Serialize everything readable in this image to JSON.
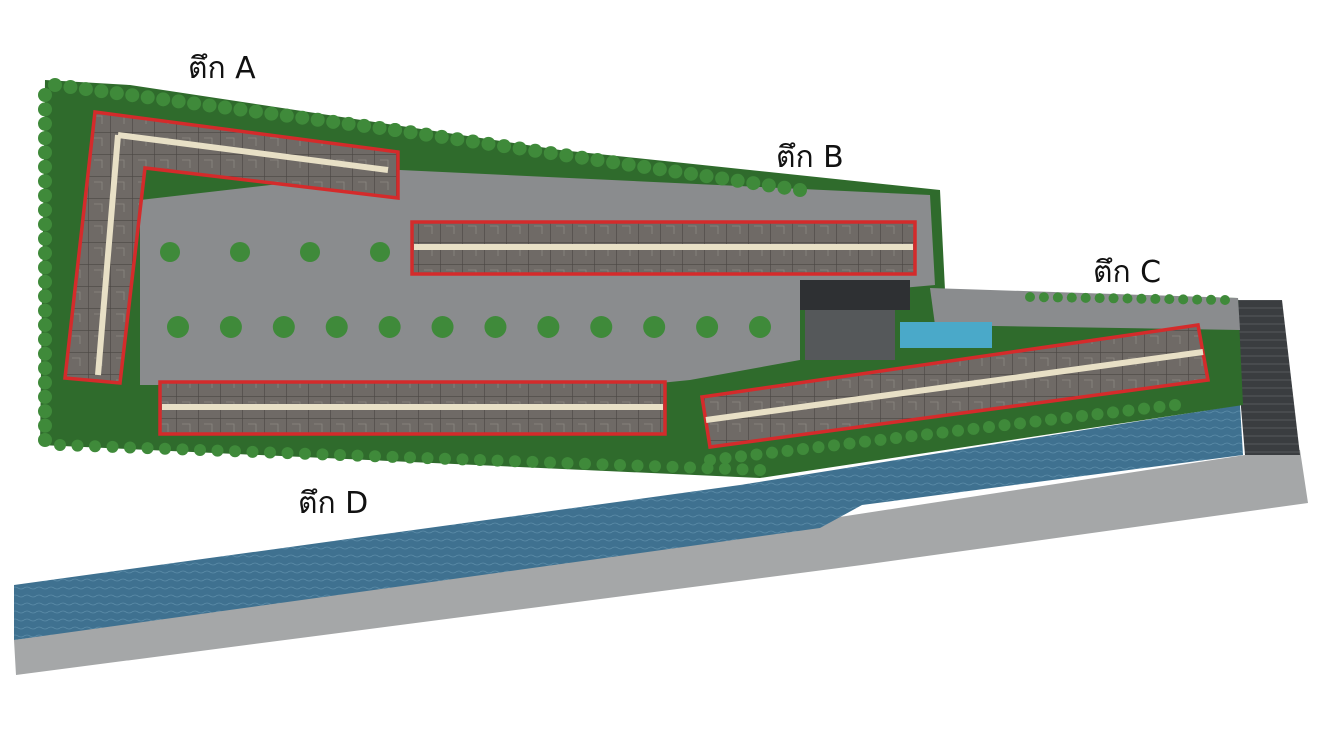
{
  "buildings": [
    {
      "id": "A",
      "label": "ตึก  A"
    },
    {
      "id": "B",
      "label": "ตึก  B"
    },
    {
      "id": "C",
      "label": "ตึก  C"
    },
    {
      "id": "D",
      "label": "ตึก  D"
    }
  ],
  "colors": {
    "background": "#ffffff",
    "outline": "#d42b2b",
    "lawn": "#2f6b2c",
    "tree": "#3f8a3a",
    "parking": "#8a8c8e",
    "corridor": "#e8e0c6",
    "unit": "#6f6a66",
    "canal": "#3f7190",
    "road": "#a5a7a8",
    "pool": "#4aa9c9",
    "rail": "#3a3d40"
  }
}
